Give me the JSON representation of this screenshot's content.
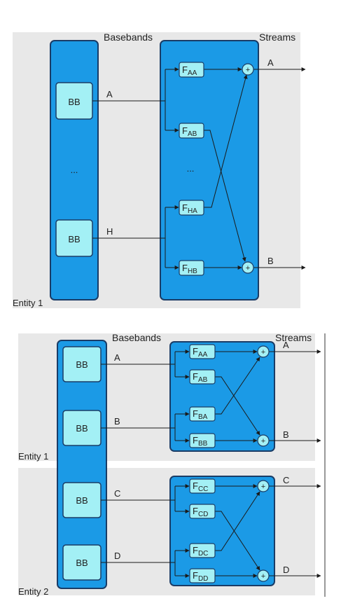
{
  "diagram1": {
    "header_basebands": "Basebands",
    "header_streams": "Streams",
    "entity_label": "Entity 1",
    "bb_boxes": [
      "BB",
      "BB"
    ],
    "bb_ellipsis": "...",
    "input_lines": [
      "A",
      "H"
    ],
    "filter_ellipsis": "...",
    "filters": [
      {
        "main": "F",
        "sub": "AA"
      },
      {
        "main": "F",
        "sub": "AB"
      },
      {
        "main": "F",
        "sub": "HA"
      },
      {
        "main": "F",
        "sub": "HB"
      }
    ],
    "adder_symbol": "+",
    "output_streams": [
      "A",
      "B"
    ]
  },
  "diagram2": {
    "header_basebands": "Basebands",
    "header_streams": "Streams",
    "entity_labels": [
      "Entity 1",
      "Entity 2"
    ],
    "bb_boxes": [
      "BB",
      "BB",
      "BB",
      "BB"
    ],
    "input_lines": [
      "A",
      "B",
      "C",
      "D"
    ],
    "filters_entity1": [
      {
        "main": "F",
        "sub": "AA"
      },
      {
        "main": "F",
        "sub": "AB"
      },
      {
        "main": "F",
        "sub": "BA"
      },
      {
        "main": "F",
        "sub": "BB"
      }
    ],
    "filters_entity2": [
      {
        "main": "F",
        "sub": "CC"
      },
      {
        "main": "F",
        "sub": "CD"
      },
      {
        "main": "F",
        "sub": "DC"
      },
      {
        "main": "F",
        "sub": "DD"
      }
    ],
    "adder_symbol": "+",
    "output_streams_entity1": [
      "A",
      "B"
    ],
    "output_streams_entity2": [
      "C",
      "D"
    ]
  },
  "colors": {
    "panel_background": "#e8e8e8",
    "block_blue": "#1b9ae6",
    "block_border": "#1a3c66",
    "box_cyan": "#a3f0f5",
    "line": "#1a1a1a"
  }
}
